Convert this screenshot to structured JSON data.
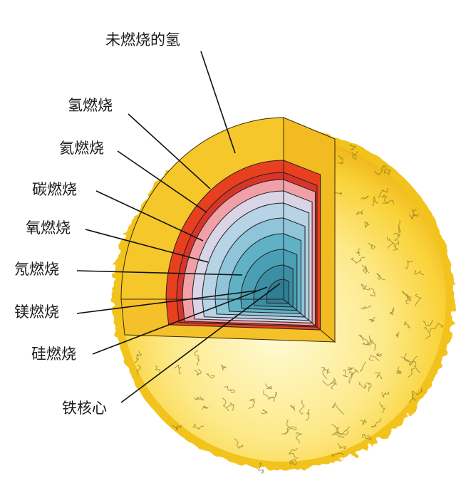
{
  "diagram": {
    "labels": [
      {
        "id": "unburned-hydrogen",
        "text": "未燃烧的氢"
      },
      {
        "id": "hydrogen-burning",
        "text": "氢燃烧"
      },
      {
        "id": "helium-burning",
        "text": "氦燃烧"
      },
      {
        "id": "carbon-burning",
        "text": "碳燃烧"
      },
      {
        "id": "oxygen-burning",
        "text": "氧燃烧"
      },
      {
        "id": "neon-burning",
        "text": "氖燃烧"
      },
      {
        "id": "magnesium-burning",
        "text": "镁燃烧"
      },
      {
        "id": "silicon-burning",
        "text": "硅燃烧"
      },
      {
        "id": "iron-core",
        "text": "铁核心"
      }
    ]
  }
}
